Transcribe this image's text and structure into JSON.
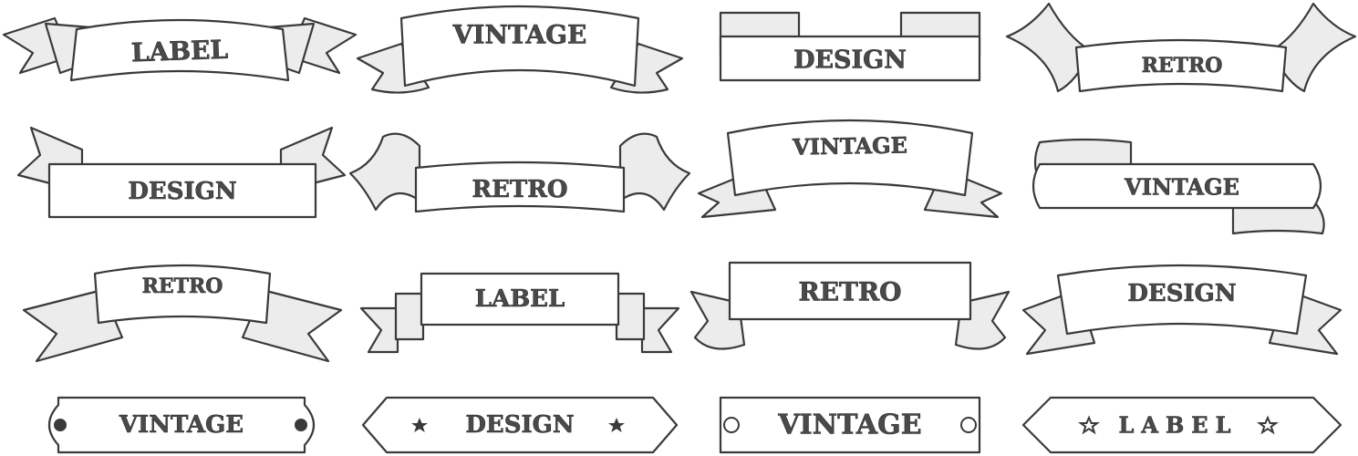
{
  "banners": [
    {
      "text": "LABEL",
      "style": "swallow-arch",
      "row": 1,
      "col": 1
    },
    {
      "text": "VINTAGE",
      "style": "arch-curled",
      "row": 1,
      "col": 2
    },
    {
      "text": "DESIGN",
      "style": "scroll-up",
      "row": 1,
      "col": 3
    },
    {
      "text": "RETRO",
      "style": "wavy-ribbon",
      "row": 1,
      "col": 4
    },
    {
      "text": "DESIGN",
      "style": "flat-swallow",
      "row": 2,
      "col": 1
    },
    {
      "text": "RETRO",
      "style": "wave-loops",
      "row": 2,
      "col": 2
    },
    {
      "text": "VINTAGE",
      "style": "arch-swallow",
      "row": 2,
      "col": 3
    },
    {
      "text": "VINTAGE",
      "style": "scroll-roll",
      "row": 2,
      "col": 4
    },
    {
      "text": "RETRO",
      "style": "arch-long-tails",
      "row": 3,
      "col": 1
    },
    {
      "text": "LABEL",
      "style": "stepped-flat",
      "row": 3,
      "col": 2
    },
    {
      "text": "RETRO",
      "style": "flat-curl-tails",
      "row": 3,
      "col": 3
    },
    {
      "text": "DESIGN",
      "style": "arch-swallow",
      "row": 3,
      "col": 4
    },
    {
      "text": "VINTAGE",
      "style": "plaque-rivets",
      "row": 4,
      "col": 1
    },
    {
      "text": "DESIGN",
      "style": "plaque-stars",
      "row": 4,
      "col": 2
    },
    {
      "text": "VINTAGE",
      "style": "plaque-hollow",
      "row": 4,
      "col": 3
    },
    {
      "text": "LABEL",
      "style": "plaque-outline-stars",
      "row": 4,
      "col": 4
    }
  ]
}
